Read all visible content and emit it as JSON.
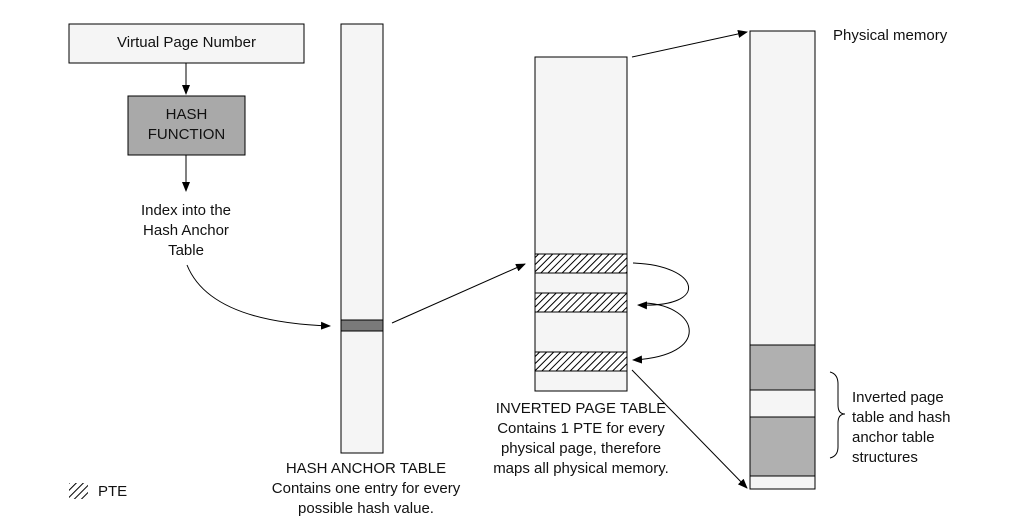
{
  "vpn_label": "Virtual Page Number",
  "hash_function": {
    "line1": "HASH",
    "line2": "FUNCTION"
  },
  "index_label": {
    "line1": "Index into the",
    "line2": "Hash Anchor",
    "line3": "Table"
  },
  "hash_anchor_table": {
    "title": "HASH ANCHOR TABLE",
    "line1": "Contains one entry for every",
    "line2": "possible hash value."
  },
  "inverted_page_table": {
    "title": "INVERTED PAGE TABLE",
    "line1": "Contains 1 PTE for every",
    "line2": "physical page, therefore",
    "line3": "maps all physical memory."
  },
  "physical_memory_label": "Physical memory",
  "structures_label": {
    "line1": "Inverted page",
    "line2": "table and hash",
    "line3": "anchor table",
    "line4": "structures"
  },
  "legend": {
    "label": "PTE"
  },
  "colors": {
    "box_fill": "#f5f5f5",
    "hash_fill": "#a9a9a9",
    "anchor_entry": "#7a7a7a",
    "memory_block": "#b0b0b0",
    "stroke": "#000000"
  }
}
